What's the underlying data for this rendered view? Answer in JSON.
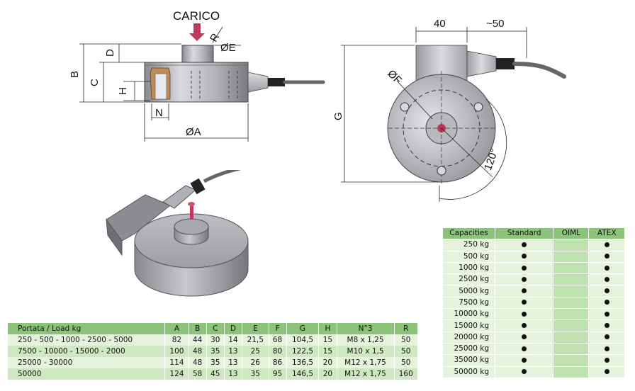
{
  "drawing": {
    "load_label": "CARICO",
    "labels": {
      "R": "R",
      "OE": "ØE",
      "D": "D",
      "B": "B",
      "C": "C",
      "H": "H",
      "N": "N",
      "OA": "ØA",
      "dim_40": "40",
      "dim_50": "~50",
      "OF": "ØF",
      "G": "G",
      "angle": "120°"
    }
  },
  "dimensions_table": {
    "headers": [
      "Portata / Load kg",
      "A",
      "B",
      "C",
      "D",
      "E",
      "F",
      "G",
      "H",
      "N°3",
      "R"
    ],
    "rows": [
      [
        "250 - 500 - 1000 - 2500 - 5000",
        "82",
        "44",
        "30",
        "14",
        "21,5",
        "68",
        "104,5",
        "15",
        "M8 x 1,25",
        "50"
      ],
      [
        "7500 - 10000 - 15000 - 2000",
        "100",
        "48",
        "35",
        "13",
        "25",
        "80",
        "122,5",
        "15",
        "M10 x 1,5",
        "50"
      ],
      [
        "25000 - 30000",
        "114",
        "48",
        "35",
        "13",
        "26",
        "86",
        "136,5",
        "20",
        "M12 x 1,75",
        "50"
      ],
      [
        "50000",
        "124",
        "58",
        "45",
        "13",
        "35",
        "95",
        "146,5",
        "20",
        "M12 x 1,75",
        "160"
      ]
    ]
  },
  "capacities_table": {
    "headers": [
      "Capacities",
      "Standard",
      "OIML",
      "ATEX"
    ],
    "rows": [
      {
        "capacity": "250 kg",
        "standard": true,
        "oiml": false,
        "atex": true
      },
      {
        "capacity": "500 kg",
        "standard": true,
        "oiml": false,
        "atex": true
      },
      {
        "capacity": "1000 kg",
        "standard": true,
        "oiml": false,
        "atex": true
      },
      {
        "capacity": "2500 kg",
        "standard": true,
        "oiml": false,
        "atex": true
      },
      {
        "capacity": "5000 kg",
        "standard": true,
        "oiml": false,
        "atex": true
      },
      {
        "capacity": "7500 kg",
        "standard": true,
        "oiml": false,
        "atex": true
      },
      {
        "capacity": "10000 kg",
        "standard": true,
        "oiml": false,
        "atex": true
      },
      {
        "capacity": "15000 kg",
        "standard": true,
        "oiml": false,
        "atex": true
      },
      {
        "capacity": "20000 kg",
        "standard": true,
        "oiml": false,
        "atex": true
      },
      {
        "capacity": "25000 kg",
        "standard": true,
        "oiml": false,
        "atex": true
      },
      {
        "capacity": "35000 kg",
        "standard": true,
        "oiml": false,
        "atex": true
      },
      {
        "capacity": "50000 kg",
        "standard": true,
        "oiml": false,
        "atex": true
      }
    ]
  },
  "colors": {
    "header_green": "#8cc37a",
    "row_light": "#e6f3dc",
    "row_mid": "#cfe8c1",
    "oiml_col": "#bfe2ae",
    "load_arrow": "#c0395a"
  }
}
